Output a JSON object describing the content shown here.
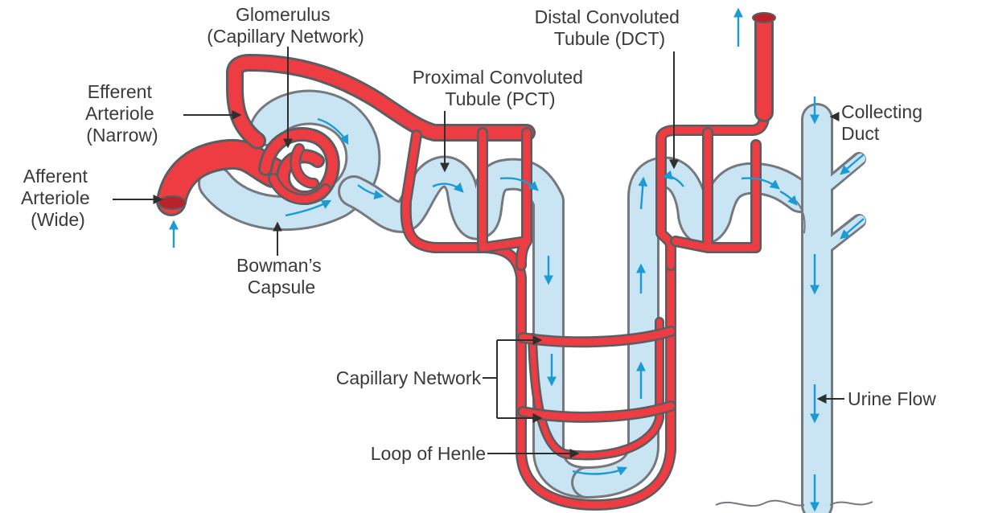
{
  "labels": {
    "glomerulus": [
      "Glomerulus",
      "(Capillary Network)"
    ],
    "efferent": [
      "Efferent",
      "Arteriole",
      "(Narrow)"
    ],
    "afferent": [
      "Afferent",
      "Arteriole",
      "(Wide)"
    ],
    "bowmans": [
      "Bowman’s",
      "Capsule"
    ],
    "pct": [
      "Proximal Convoluted",
      "Tubule (PCT)"
    ],
    "dct": [
      "Distal Convoluted",
      "Tubule (DCT)"
    ],
    "collecting": [
      "Collecting",
      "Duct"
    ],
    "capillary_network": "Capillary Network",
    "loop_of_henle": "Loop of Henle",
    "urine_flow": "Urine Flow"
  },
  "colors": {
    "blood_vessel": "#ee3c43",
    "tubule_fluid": "#c9e5f3",
    "flow_arrow": "#1b9ad6",
    "outline": "#5a5d61",
    "text": "#3a3a3a"
  }
}
